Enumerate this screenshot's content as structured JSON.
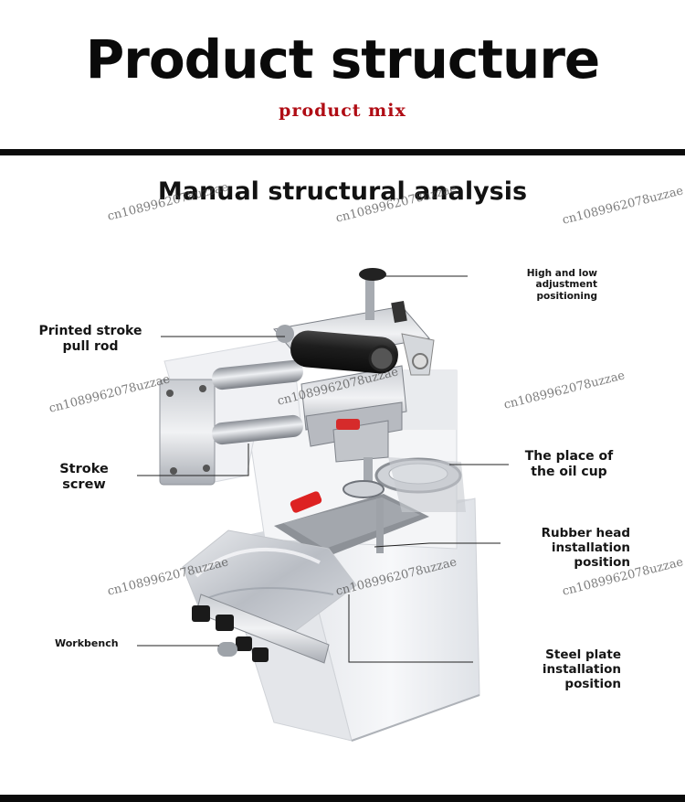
{
  "header": {
    "title": "Product structure",
    "subtitle": "product mix"
  },
  "section": {
    "heading": "Manual structural analysis"
  },
  "callouts": {
    "adjustment": "High and low adjustment\npositioning",
    "pull_rod": "Printed stroke\npull rod",
    "stroke_screw": "Stroke\nscrew",
    "oil_cup": "The place of\nthe oil cup",
    "rubber_head": "Rubber head\ninstallation position",
    "workbench": "Workbench",
    "steel_plate": "Steel plate\ninstallation position"
  },
  "watermarks": {
    "w1": "cn1089962078uzzae",
    "w2": "cn1089962078uzzae",
    "w3": "cn1089962078uzzae",
    "w4": "cn1089962078uzzae",
    "w5": "cn1089962078uzzae",
    "w6": "cn1089962078uzzae",
    "w7": "cn1089962078uzzae",
    "w8": "cn1089962078uzzae",
    "w9": "cn1089962078uzzae"
  },
  "colors": {
    "title": "#0a0a0a",
    "subtitle": "#b00c14",
    "rules": "#0b0b0b",
    "machine_body": "#f2f3f5",
    "handle": "#1e1e1e"
  }
}
